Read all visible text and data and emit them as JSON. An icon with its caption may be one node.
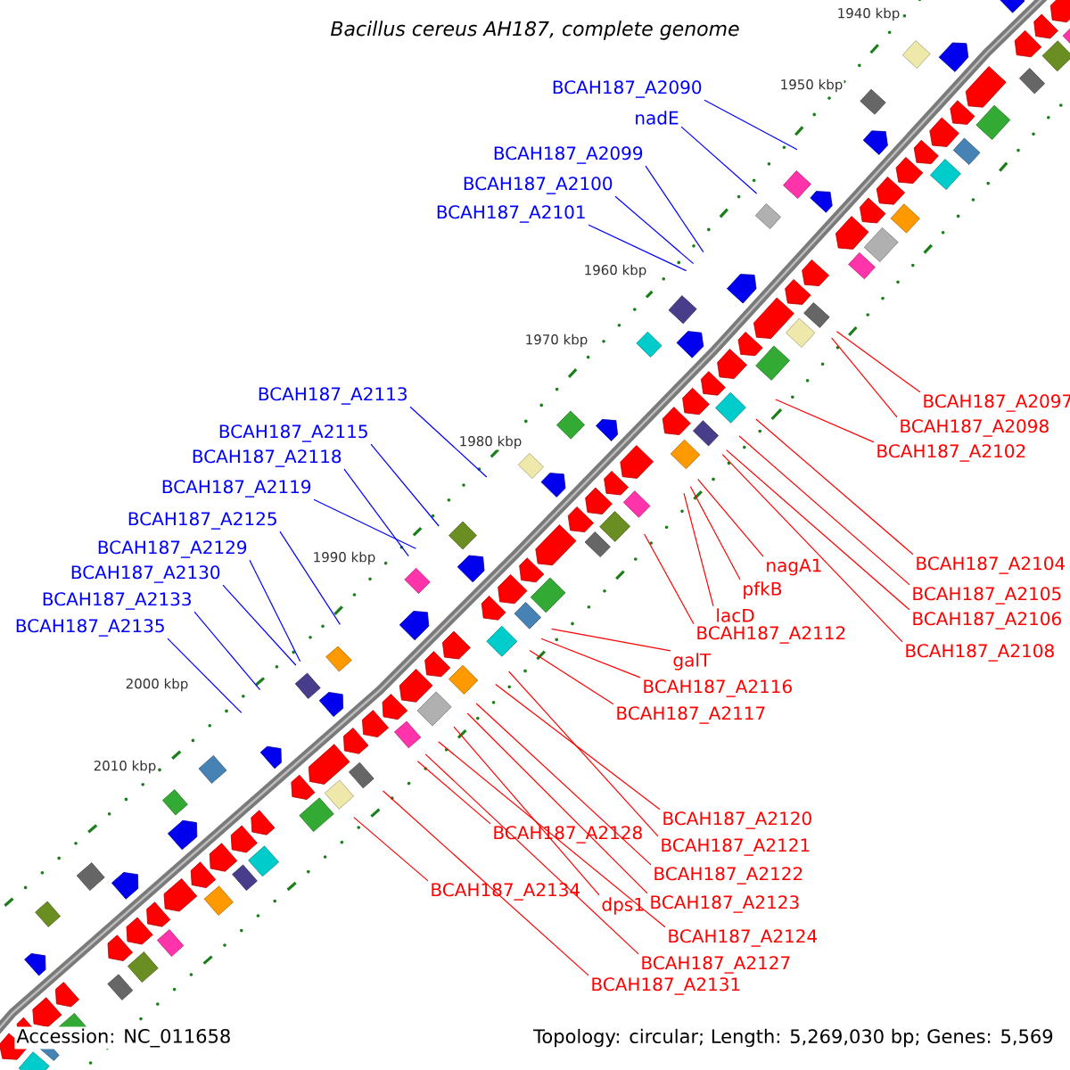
{
  "diagram": {
    "title": "Bacillus cereus AH187, complete genome",
    "nodes": [
      {
        "text": [
          "BCAH187_A2090"
        ]
      },
      {
        "text": [
          "nadE"
        ]
      },
      {
        "text": [
          "BCAH187_A2099"
        ]
      },
      {
        "text": [
          "BCAH187_A2100"
        ]
      },
      {
        "text": [
          "BCAH187_A2101"
        ]
      },
      {
        "text": [
          "BCAH187_A2113"
        ]
      },
      {
        "text": [
          "BCAH187_A2115"
        ]
      },
      {
        "text": [
          "BCAH187_A2118"
        ]
      },
      {
        "text": [
          "BCAH187_A2119"
        ]
      },
      {
        "text": [
          "BCAH187_A2125"
        ]
      },
      {
        "text": [
          "BCAH187_A2129"
        ]
      },
      {
        "text": [
          "BCAH187_A2130"
        ]
      },
      {
        "text": [
          "BCAH187_A2133"
        ]
      },
      {
        "text": [
          "BCAH187_A2135"
        ]
      },
      {
        "text": [
          "BCAH187_A2097"
        ]
      },
      {
        "text": [
          "BCAH187_A2098"
        ]
      },
      {
        "text": [
          "BCAH187_A2102"
        ]
      },
      {
        "text": [
          "BCAH187_A2104"
        ]
      },
      {
        "text": [
          "BCAH187_A2105"
        ]
      },
      {
        "text": [
          "BCAH187_A2106"
        ]
      },
      {
        "text": [
          "BCAH187_A2108"
        ]
      },
      {
        "text": [
          "nagA1"
        ]
      },
      {
        "text": [
          "pfkB"
        ]
      },
      {
        "text": [
          "lacD"
        ]
      },
      {
        "text": [
          "BCAH187_A2112"
        ]
      },
      {
        "text": [
          "galT"
        ]
      },
      {
        "text": [
          "BCAH187_A2116"
        ]
      },
      {
        "text": [
          "BCAH187_A2117"
        ]
      },
      {
        "text": [
          "BCAH187_A2120"
        ]
      },
      {
        "text": [
          "BCAH187_A2121"
        ]
      },
      {
        "text": [
          "BCAH187_A2128"
        ]
      },
      {
        "text": [
          "BCAH187_A2122"
        ]
      },
      {
        "text": [
          "BCAH187_A2134"
        ]
      },
      {
        "text": [
          "dps1"
        ]
      },
      {
        "text": [
          "BCAH187_A2123"
        ]
      },
      {
        "text": [
          "BCAH187_A2124"
        ]
      },
      {
        "text": [
          "BCAH187_A2127"
        ]
      },
      {
        "text": [
          "BCAH187_A2131"
        ]
      }
    ],
    "edges": [
      {
        "from": 0,
        "to": null,
        "arrow": "none",
        "color": "#0000ff"
      },
      {
        "from": 1,
        "to": null,
        "arrow": "none",
        "color": "#0000ff"
      },
      {
        "from": 2,
        "to": null,
        "arrow": "none",
        "color": "#0000ff"
      },
      {
        "from": 3,
        "to": null,
        "arrow": "none",
        "color": "#0000ff"
      },
      {
        "from": 4,
        "to": null,
        "arrow": "none",
        "color": "#0000ff"
      },
      {
        "from": 5,
        "to": null,
        "arrow": "none",
        "color": "#0000ff"
      },
      {
        "from": 6,
        "to": null,
        "arrow": "none",
        "color": "#0000ff"
      },
      {
        "from": 7,
        "to": null,
        "arrow": "none",
        "color": "#0000ff"
      },
      {
        "from": 8,
        "to": null,
        "arrow": "none",
        "color": "#0000ff"
      },
      {
        "from": 9,
        "to": null,
        "arrow": "none",
        "color": "#0000ff"
      },
      {
        "from": 10,
        "to": null,
        "arrow": "none",
        "color": "#0000ff"
      },
      {
        "from": 11,
        "to": null,
        "arrow": "none",
        "color": "#0000ff"
      },
      {
        "from": 12,
        "to": null,
        "arrow": "none",
        "color": "#0000ff"
      },
      {
        "from": 13,
        "to": null,
        "arrow": "none",
        "color": "#0000ff"
      },
      {
        "from": 14,
        "to": null,
        "arrow": "none"
      },
      {
        "from": 15,
        "to": null,
        "arrow": "none"
      },
      {
        "from": 16,
        "to": null,
        "arrow": "none"
      },
      {
        "from": 17,
        "to": null,
        "arrow": "none"
      },
      {
        "from": 18,
        "to": null,
        "arrow": "none"
      },
      {
        "from": 19,
        "to": null,
        "arrow": "none"
      },
      {
        "from": 20,
        "to": null,
        "arrow": "none"
      },
      {
        "from": 21,
        "to": null,
        "arrow": "none"
      },
      {
        "from": 22,
        "to": null,
        "arrow": "none"
      },
      {
        "from": 23,
        "to": null,
        "arrow": "none"
      },
      {
        "from": 24,
        "to": null,
        "arrow": "none"
      },
      {
        "from": 25,
        "to": null,
        "arrow": "none"
      },
      {
        "from": 26,
        "to": null,
        "arrow": "none"
      },
      {
        "from": 27,
        "to": null,
        "arrow": "none"
      },
      {
        "from": 28,
        "to": null,
        "arrow": "none"
      },
      {
        "from": 29,
        "to": null,
        "arrow": "none"
      },
      {
        "from": 30,
        "to": null,
        "arrow": "none"
      },
      {
        "from": 31,
        "to": null,
        "arrow": "none"
      },
      {
        "from": 32,
        "to": null,
        "arrow": "none"
      },
      {
        "from": 33,
        "to": null,
        "arrow": "none"
      },
      {
        "from": 34,
        "to": null,
        "arrow": "none"
      },
      {
        "from": 35,
        "to": null,
        "arrow": "none"
      },
      {
        "from": 36,
        "to": null,
        "arrow": "none"
      },
      {
        "from": 37,
        "to": null,
        "arrow": "none"
      }
    ],
    "labels": [
      "1940 kbp",
      "1950 kbp",
      "1960 kbp",
      "1970 kbp",
      "1980 kbp",
      "1990 kbp",
      "2000 kbp",
      "2010 kbp",
      "Accession: NC_011658",
      "Topology: circular; Length: 5,269,030 bp; Genes: 5,569"
    ]
  }
}
